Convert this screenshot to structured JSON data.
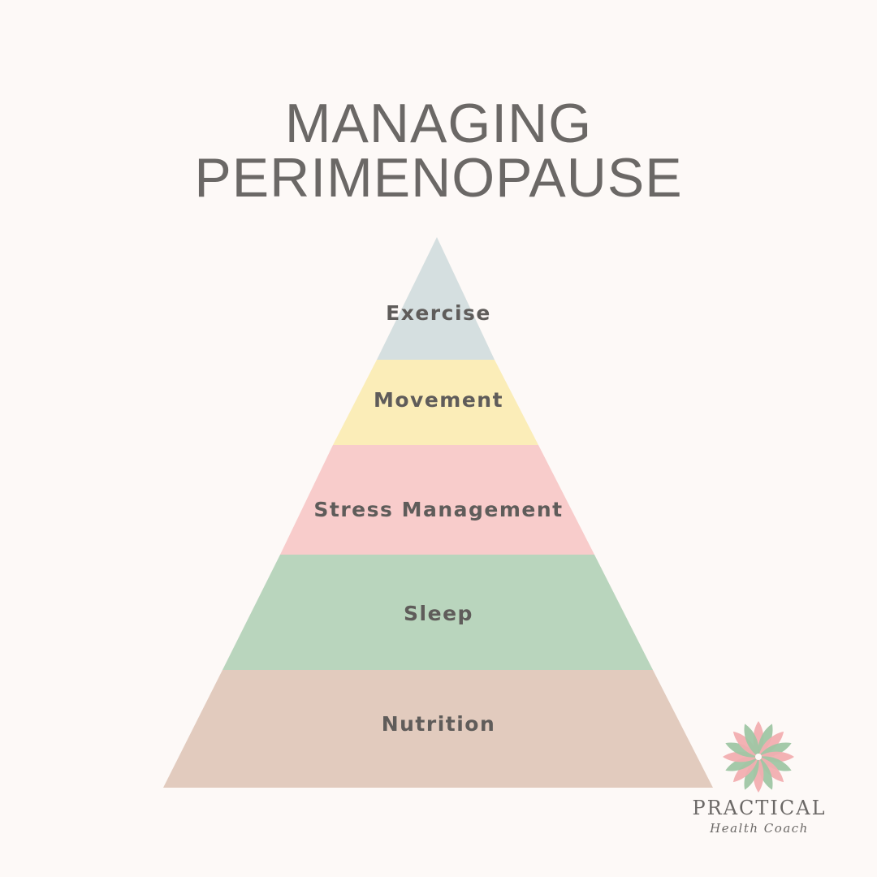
{
  "title": {
    "line1": "MANAGING",
    "line2": "PERIMENOPAUSE"
  },
  "pyramid": {
    "tiers": [
      {
        "label": "Exercise",
        "color": "#d5dfe0"
      },
      {
        "label": "Movement",
        "color": "#fbedb8"
      },
      {
        "label": "Stress Management",
        "color": "#f8cccb"
      },
      {
        "label": "Sleep",
        "color": "#b9d5bd"
      },
      {
        "label": "Nutrition",
        "color": "#e2cbbe"
      }
    ]
  },
  "logo": {
    "word": "PRACTICAL",
    "sub": "Health Coach",
    "petal_colors": [
      "#f2aeb0",
      "#9fc6a4"
    ]
  },
  "colors": {
    "background": "#fdf9f7",
    "text": "#6b6866"
  }
}
